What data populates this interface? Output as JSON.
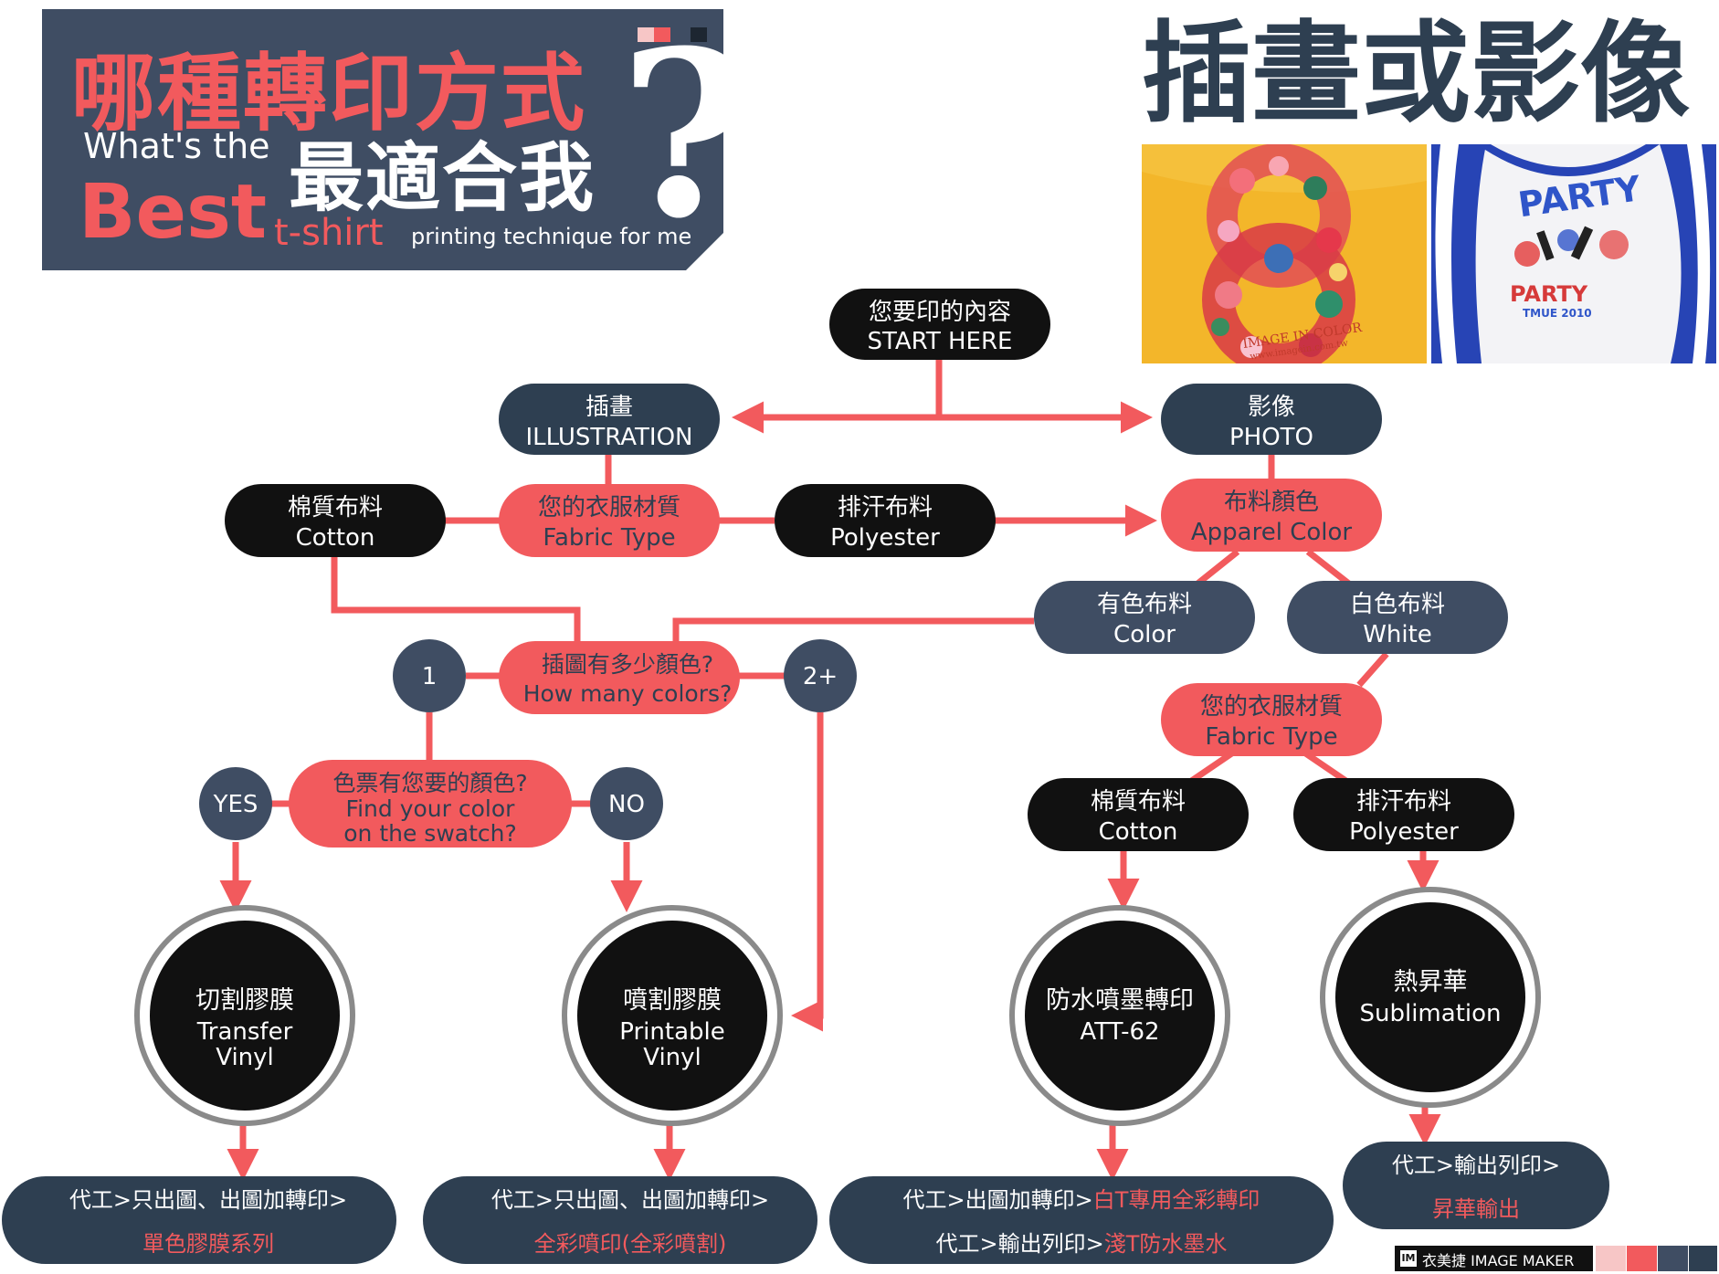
{
  "header": {
    "title_cn": "哪種轉印方式",
    "whats_the": "What's the",
    "best_cn": "最適合我",
    "best": "Best",
    "tshirt": "t-shirt",
    "printing": "printing technique for me",
    "question_mark": "?"
  },
  "page_subtitle": "插畫或影像",
  "photos": [
    {
      "name": "illustration-sample-photo",
      "caption": "IMAGE IN COLOR",
      "caption2": "www.imagein.com.tw"
    },
    {
      "name": "photo-sample-photo",
      "caption": "PARTY",
      "caption2": "TMUE 2010"
    }
  ],
  "nodes": {
    "start": {
      "cn": "您要印的內容",
      "en": "START HERE"
    },
    "illustration": {
      "cn": "插畫",
      "en": "ILLUSTRATION"
    },
    "photo": {
      "cn": "影像",
      "en": "PHOTO"
    },
    "fabric_left": {
      "cn": "您的衣服材質",
      "en": "Fabric Type"
    },
    "cotton_left": {
      "cn": "棉質布料",
      "en": "Cotton"
    },
    "polyester_left": {
      "cn": "排汗布料",
      "en": "Polyester"
    },
    "apparel_color": {
      "cn": "布料顏色",
      "en": "Apparel Color"
    },
    "color": {
      "cn": "有色布料",
      "en": "Color"
    },
    "white": {
      "cn": "白色布料",
      "en": "White"
    },
    "colors_q": {
      "cn": "插圖有多少顏色?",
      "en": "How many colors?"
    },
    "one": {
      "label": "1"
    },
    "two_plus": {
      "label": "2+"
    },
    "swatch_q": {
      "cn": "色票有您要的顏色?",
      "en": "Find your color",
      "en2": "on the swatch?"
    },
    "yes": {
      "label": "YES"
    },
    "no": {
      "label": "NO"
    },
    "fabric_right": {
      "cn": "您的衣服材質",
      "en": "Fabric Type"
    },
    "cotton_right": {
      "cn": "棉質布料",
      "en": "Cotton"
    },
    "polyester_right": {
      "cn": "排汗布料",
      "en": "Polyester"
    }
  },
  "results": {
    "transfer_vinyl": {
      "cn": "切割膠膜",
      "en": "Transfer",
      "en2": "Vinyl"
    },
    "printable_vinyl": {
      "cn": "噴割膠膜",
      "en": "Printable",
      "en2": "Vinyl"
    },
    "att62": {
      "cn": "防水噴墨轉印",
      "en": "ATT-62"
    },
    "sublimation": {
      "cn": "熱昇華",
      "en": "Sublimation"
    }
  },
  "services": {
    "s1": {
      "line1": "代工>只出圖、出圖加轉印>",
      "line2": "單色膠膜系列"
    },
    "s2": {
      "line1": "代工>只出圖、出圖加轉印>",
      "line2": "全彩噴印(全彩噴割)"
    },
    "s3": {
      "line1a": "代工>出圖加轉印>",
      "line1b": "白T專用全彩轉印",
      "line2a": "代工>輸出列印>",
      "line2b": "淺T防水墨水"
    },
    "s4": {
      "line1": "代工>輸出列印>",
      "line2": "昇華輸出"
    }
  },
  "brand": {
    "mark": "IM",
    "text": "衣美捷 IMAGE MAKER"
  },
  "colors": {
    "navy": "#2e3f51",
    "slate": "#3f4d63",
    "coral": "#f25a5d",
    "black": "#111111",
    "ring": "#8a8a8a",
    "pink_light": "#f7c6c6"
  }
}
